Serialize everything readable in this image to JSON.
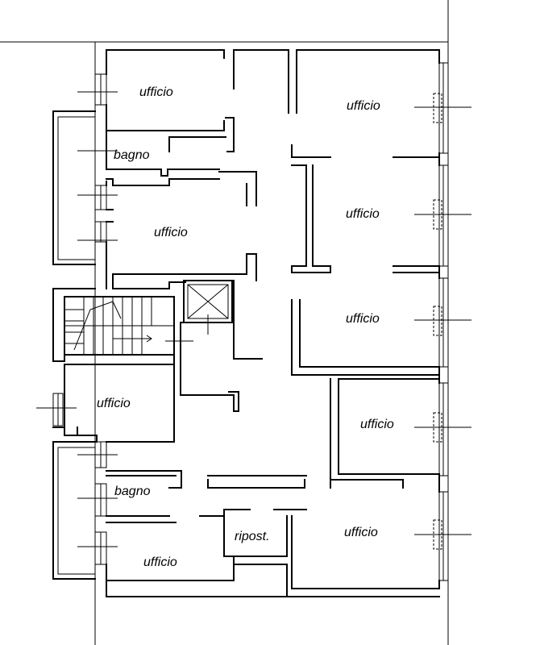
{
  "rooms": {
    "office_top_left": "ufficio",
    "bathroom_upper": "bagno",
    "office_mid_left": "ufficio",
    "office_lower_left": "ufficio",
    "bathroom_lower": "bagno",
    "office_bottom_left": "ufficio",
    "storage": "ripost.",
    "office_right_1": "ufficio",
    "office_right_2": "ufficio",
    "office_right_3": "ufficio",
    "office_right_4": "ufficio",
    "office_right_5": "ufficio"
  }
}
